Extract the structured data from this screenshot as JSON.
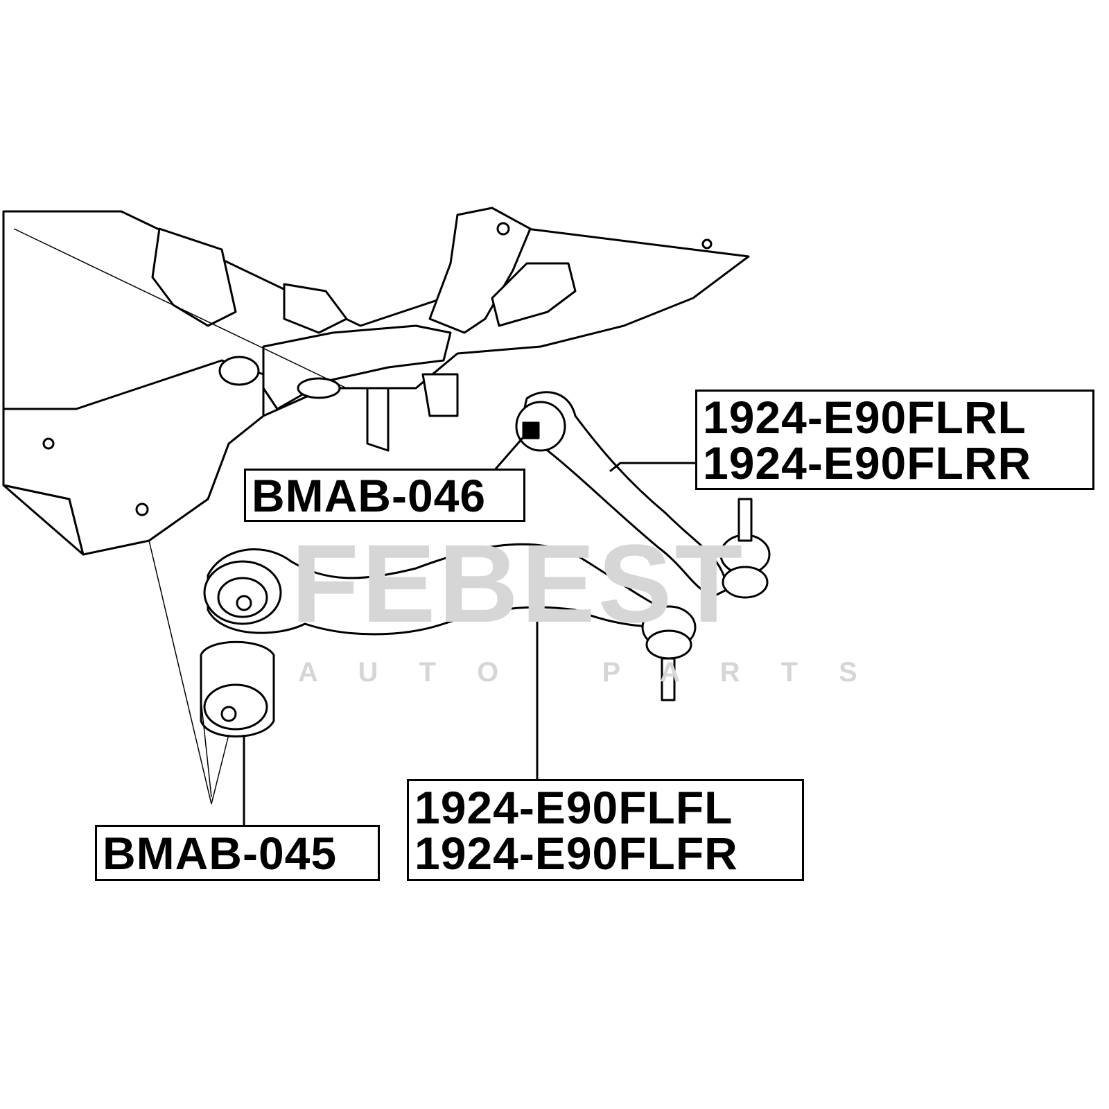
{
  "watermark": {
    "brand": "FEBEST",
    "tagline": "A U T O   P A R T S"
  },
  "labels": {
    "upper_bushing": "BMAB-046",
    "rear_arm_left": "1924-E90FLRL",
    "rear_arm_right": "1924-E90FLRR",
    "lower_bushing": "BMAB-045",
    "front_arm_left": "1924-E90FLFL",
    "front_arm_right": "1924-E90FLFR"
  },
  "colors": {
    "line": "#000000",
    "watermark": "#e3e3e3",
    "background": "#ffffff"
  }
}
